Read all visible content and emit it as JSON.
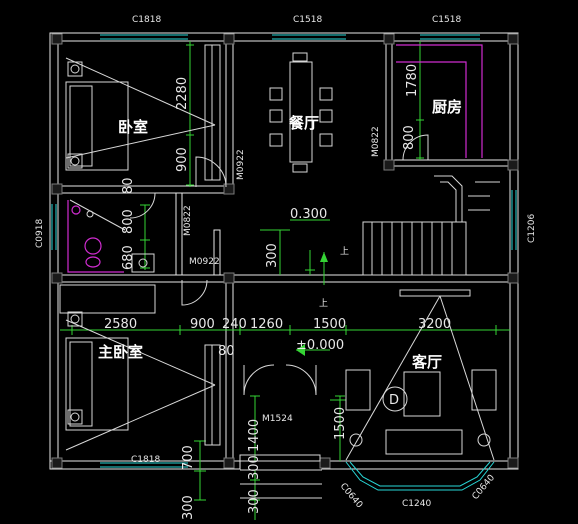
{
  "rooms": {
    "bedroom": "卧室",
    "dining": "餐厅",
    "kitchen": "厨房",
    "master_bedroom": "主卧室",
    "living": "客厅"
  },
  "windows": {
    "top_left": "C1818",
    "top_mid": "C1518",
    "top_right": "C1518",
    "left": "C0918",
    "right": "C1206",
    "bottom_left": "C1818",
    "bottom_center": "C1240",
    "bay_left": "C0640",
    "bay_right": "C0640"
  },
  "doors": {
    "bedroom": "M0922",
    "bath": "M0822",
    "lobby": "M0922",
    "kitchen": "M0822",
    "entry": "M1524"
  },
  "dimensions": {
    "d2280": "2280",
    "d900a": "900",
    "d80a": "80",
    "d1780": "1780",
    "d800k": "800",
    "d800b": "800",
    "d680": "680",
    "d300a": "300",
    "d2580": "2580",
    "d900b": "900",
    "d240": "240",
    "d1260": "1260",
    "d1500a": "1500",
    "d3200": "3200",
    "d80b": "80",
    "d1400": "1400",
    "d1500b": "1500",
    "d700": "700",
    "d300b": "300",
    "d300c": "300",
    "d300d": "300"
  },
  "levels": {
    "upper": "0.300",
    "ground": "±0.000"
  },
  "stair_mark": "上",
  "axis_label": "D"
}
